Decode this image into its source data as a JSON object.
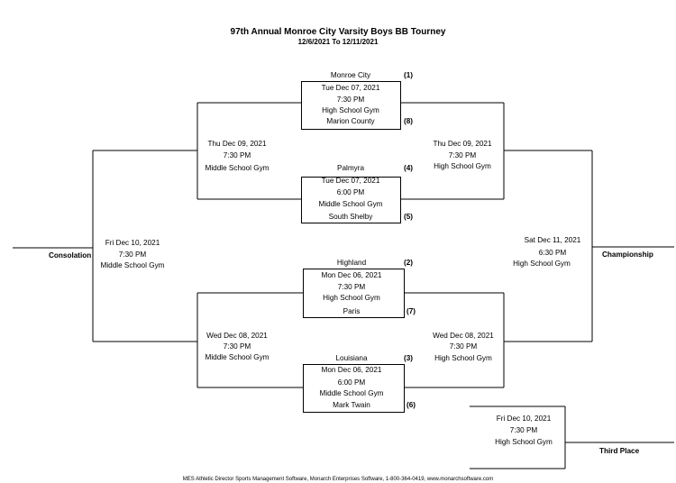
{
  "title": "97th Annual Monroe City Varsity Boys BB Tourney",
  "date_range": "12/6/2021 To 12/11/2021",
  "games": {
    "g1": {
      "team_top": "Monroe City",
      "seed_top": "(1)",
      "date": "Tue Dec 07, 2021",
      "time": "7:30 PM",
      "venue": "High School Gym",
      "team_bottom": "Marion County",
      "seed_bottom": "(8)"
    },
    "g2": {
      "team_top": "Palmyra",
      "seed_top": "(4)",
      "date": "Tue Dec 07, 2021",
      "time": "6:00 PM",
      "venue": "Middle School Gym",
      "team_bottom": "South Shelby",
      "seed_bottom": "(5)"
    },
    "g3": {
      "team_top": "Highland",
      "seed_top": "(2)",
      "date": "Mon Dec 06, 2021",
      "time": "7:30 PM",
      "venue": "High School Gym",
      "team_bottom": "Paris",
      "seed_bottom": "(7)"
    },
    "g4": {
      "team_top": "Louisiana",
      "seed_top": "(3)",
      "date": "Mon Dec 06, 2021",
      "time": "6:00 PM",
      "venue": "Middle School Gym",
      "team_bottom": "Mark Twain",
      "seed_bottom": "(6)"
    }
  },
  "left_semi_top": {
    "date": "Thu Dec 09, 2021",
    "time": "7:30 PM",
    "venue": "Middle School Gym"
  },
  "left_semi_bottom": {
    "date": "Wed Dec 08, 2021",
    "time": "7:30 PM",
    "venue": "Middle School Gym"
  },
  "right_semi_top": {
    "date": "Thu Dec 09, 2021",
    "time": "7:30 PM",
    "venue": "High School Gym"
  },
  "right_semi_bottom": {
    "date": "Wed Dec 08, 2021",
    "time": "7:30 PM",
    "venue": "High School Gym"
  },
  "consolation": {
    "label": "Consolation",
    "date": "Fri Dec 10, 2021",
    "time": "7:30 PM",
    "venue": "Middle School Gym"
  },
  "championship": {
    "label": "Championship",
    "date": "Sat Dec 11, 2021",
    "time": "6:30 PM",
    "venue": "High School Gym"
  },
  "third_place": {
    "label": "Third Place",
    "date": "Fri Dec 10, 2021",
    "time": "7:30 PM",
    "venue": "High School Gym"
  },
  "footer": "MES Athletic Director Sports Management Software, Monarch Enterprises Software, 1-800-364-0419, www.monarchsoftware.com"
}
